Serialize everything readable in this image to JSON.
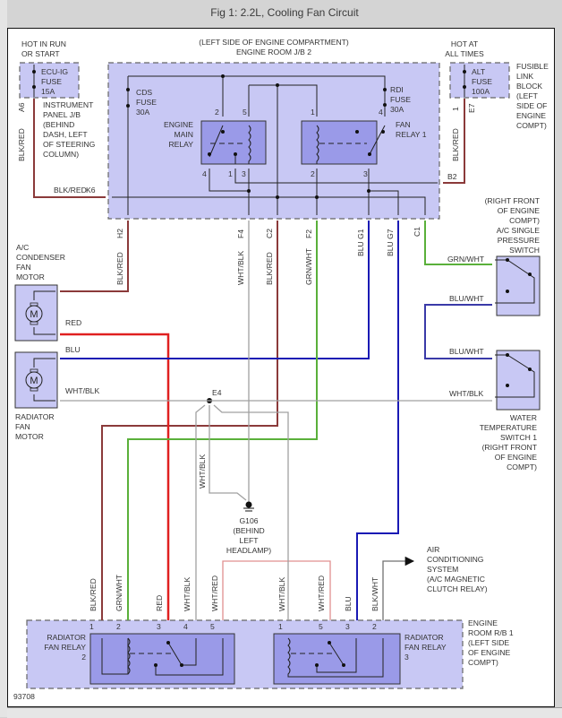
{
  "window": {
    "title": "Fig 1: 2.2L, Cooling Fan Circuit",
    "figure_id": "93708"
  },
  "colors": {
    "box_fill": "#c8c8f4",
    "relay_fill": "#9a9ae8",
    "wire_blk_red": "#8b3a3a",
    "wire_red": "#e02020",
    "wire_blu": "#1a1ab4",
    "wire_blu_wht": "#3a3aa8",
    "wire_grn_wht": "#5ab03a",
    "wire_wht_blk": "#a0a0a0",
    "wire_wht_red": "#e09090",
    "wire_blk_wht": "#707070",
    "wire_black": "#222222"
  },
  "labels": {
    "hot_run_start": [
      "HOT IN RUN",
      "OR START"
    ],
    "ecu_fuse": [
      "ECU-IG",
      "FUSE",
      "15A"
    ],
    "instrument_jb": [
      "INSTRUMENT",
      "PANEL J/B",
      "(BEHIND",
      "DASH, LEFT",
      "OF STEERING",
      "COLUMN)"
    ],
    "engine_room_jb2": [
      "(LEFT SIDE OF ENGINE COMPARTMENT)",
      "ENGINE ROOM J/B 2"
    ],
    "cds_fuse": [
      "CDS",
      "FUSE",
      "30A"
    ],
    "rdi_fuse": [
      "RDI",
      "FUSE",
      "30A"
    ],
    "engine_main_relay": [
      "ENGINE",
      "MAIN",
      "RELAY"
    ],
    "fan_relay_1": [
      "FAN",
      "RELAY 1"
    ],
    "hot_all_times": [
      "HOT AT",
      "ALL TIMES"
    ],
    "alt_fuse": [
      "ALT",
      "FUSE",
      "100A"
    ],
    "fusible_link": [
      "FUSIBLE",
      "LINK",
      "BLOCK",
      "(LEFT",
      "SIDE OF",
      "ENGINE",
      "COMPT)"
    ],
    "ac_pressure_switch": [
      "(RIGHT FRONT",
      "OF ENGINE",
      "COMPT)",
      "A/C SINGLE",
      "PRESSURE",
      "SWITCH"
    ],
    "ac_condenser_motor": [
      "A/C",
      "CONDENSER",
      "FAN",
      "MOTOR"
    ],
    "radiator_fan_motor": [
      "RADIATOR",
      "FAN",
      "MOTOR"
    ],
    "water_temp_switch": [
      "WATER",
      "TEMPERATURE",
      "SWITCH 1",
      "(RIGHT FRONT",
      "OF ENGINE",
      "COMPT)"
    ],
    "splice": "E4",
    "ground": [
      "G106",
      "(BEHIND",
      "LEFT",
      "HEADLAMP)"
    ],
    "ac_system": [
      "AIR",
      "CONDITIONING",
      "SYSTEM",
      "(A/C MAGNETIC",
      "CLUTCH RELAY)"
    ],
    "rad_fan_relay_2": [
      "RADIATOR",
      "FAN RELAY",
      "2"
    ],
    "rad_fan_relay_3": [
      "RADIATOR",
      "FAN RELAY",
      "3"
    ],
    "engine_room_rb1": [
      "ENGINE",
      "ROOM R/B 1",
      "(LEFT SIDE",
      "OF ENGINE",
      "COMPT)"
    ],
    "motor_symbol": "M"
  },
  "connectors": {
    "a6": "A6",
    "k6": "K6",
    "b2": "B2",
    "one": "1",
    "e7": "E7",
    "h2": "H2",
    "f4": "F4",
    "c2": "C2",
    "f2": "F2",
    "g1": "G1",
    "g7": "G7",
    "c1": "C1"
  },
  "pins": {
    "emr": [
      "2",
      "5",
      "4",
      "1",
      "3"
    ],
    "fr1": [
      "1",
      "4",
      "2",
      "3"
    ],
    "rfr2": [
      "1",
      "2",
      "3",
      "4",
      "5"
    ],
    "rfr3": [
      "1",
      "5",
      "3",
      "2"
    ]
  },
  "wires": {
    "blk_red": "BLK/RED",
    "red": "RED",
    "blu": "BLU",
    "wht_blk": "WHT/BLK",
    "grn_wht": "GRN/WHT",
    "blu_wht": "BLU/WHT",
    "wht_red": "WHT/RED",
    "blk_wht": "BLK/WHT",
    "blu_g1": "BLU  G1",
    "blu_g7": "BLU  G7"
  }
}
